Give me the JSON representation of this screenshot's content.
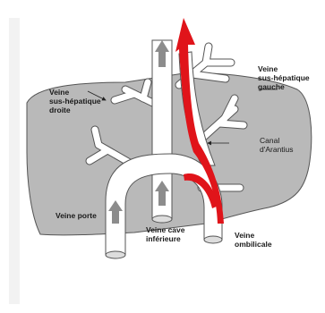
{
  "labels": {
    "veine_sus_hepatique_droite": "Veine\nsus-hépatique\ndroite",
    "veine_sus_hepatique_gauche": "Veine\nsus-hépatique\ngauche",
    "canal_d_arantius": "Canal\nd'Arantius",
    "veine_porte": "Veine porte",
    "veine_cave_inferieure": "Veine cave\ninférieure",
    "veine_ombilicale": "Veine\nombilicale"
  },
  "colors": {
    "liver": "#b9b9b9",
    "vessel": "#ffffff",
    "flow_arrow": "#e0141a",
    "gray_arrow": "#8c8c8c"
  }
}
